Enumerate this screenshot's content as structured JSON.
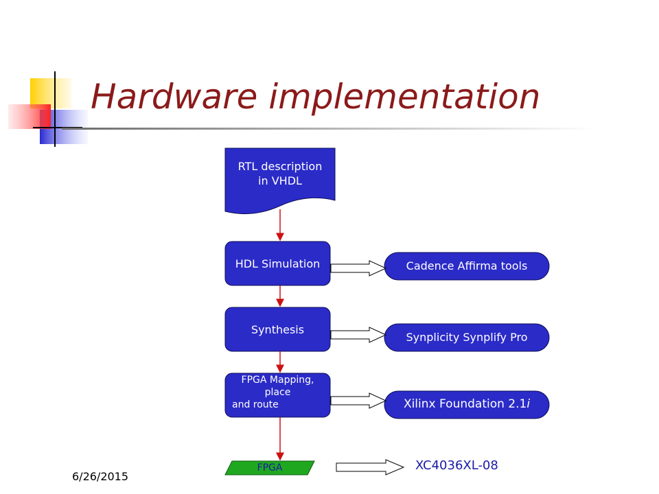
{
  "slide": {
    "title": "Hardware implementation",
    "date": "6/26/2015"
  },
  "flow": {
    "steps": [
      {
        "label_line1": "RTL description",
        "label_line2": "in VHDL"
      },
      {
        "label": "HDL Simulation"
      },
      {
        "label": "Synthesis"
      },
      {
        "label_line1": "FPGA Mapping,",
        "label_line2": "place",
        "label_line3": "and route"
      },
      {
        "label": "FPGA"
      }
    ],
    "tools": [
      {
        "label": "Cadence Affirma tools"
      },
      {
        "label": "Synplicity Synplify Pro"
      },
      {
        "label": "Xilinx Foundation 2.1",
        "suffix": "i"
      }
    ],
    "device": "XC4036XL-08"
  },
  "colors": {
    "title": "#8b1a1a",
    "node_fill": "#2b2bc8",
    "connector": "#cc1111",
    "device_text": "#1a1aa6",
    "fpga_fill": "#1fa81f"
  }
}
